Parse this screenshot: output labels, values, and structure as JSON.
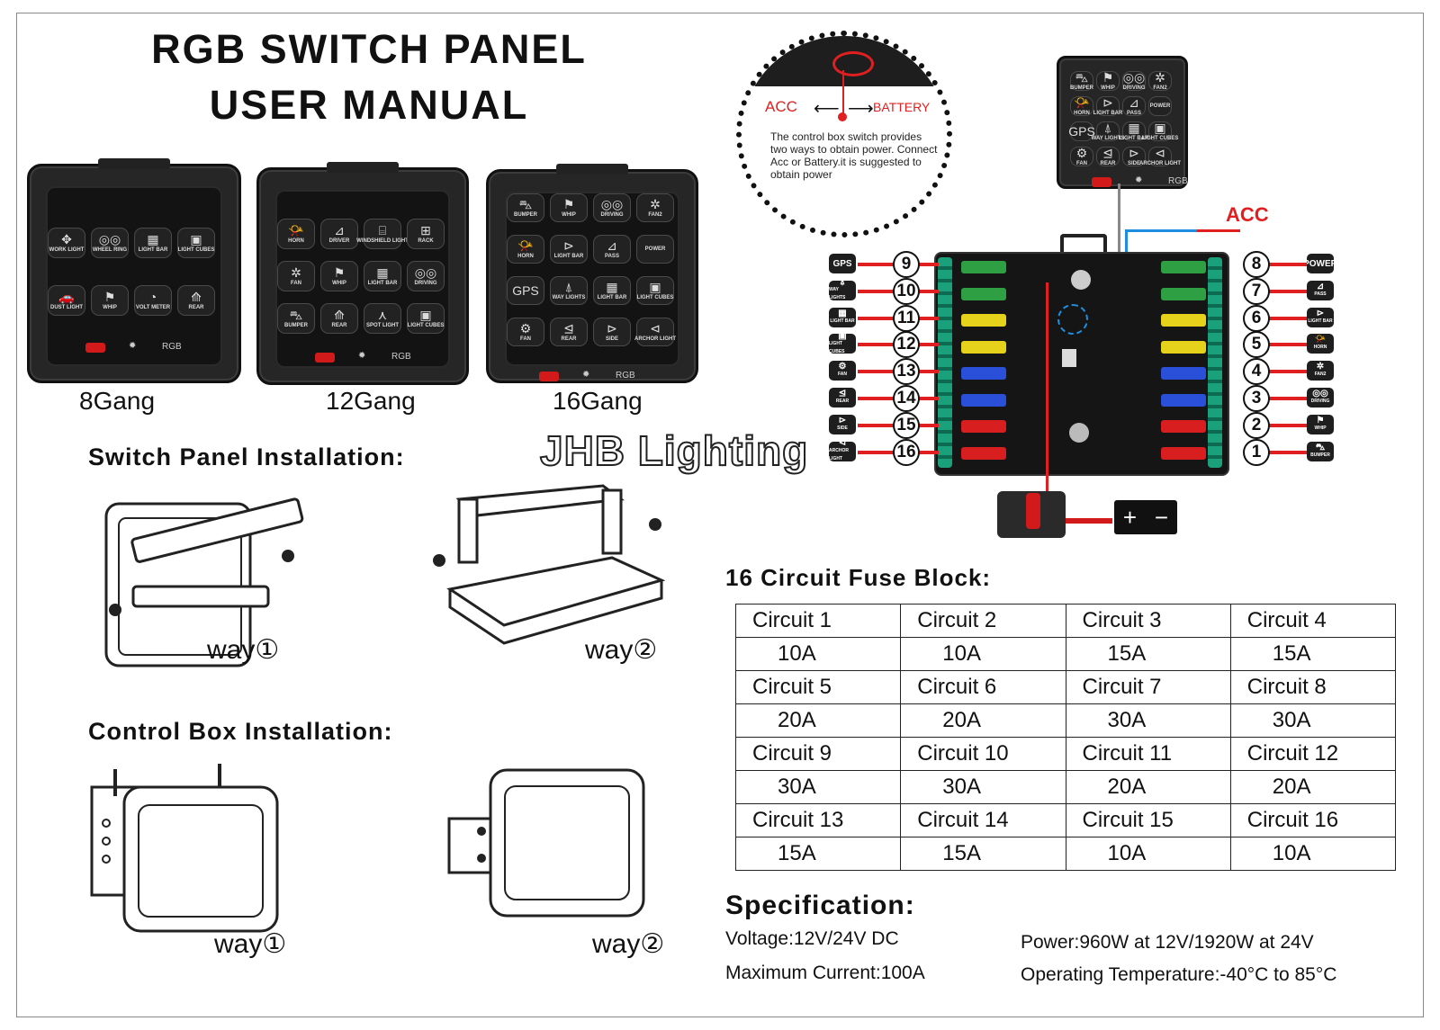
{
  "title": {
    "line1": "RGB SWITCH PANEL",
    "line2": "USER MANUAL"
  },
  "panels": [
    {
      "label": "8Gang",
      "buttons": [
        {
          "icon": "✥",
          "label": "WORK LIGHT"
        },
        {
          "icon": "◎◎",
          "label": "WHEEL RING"
        },
        {
          "icon": "▦",
          "label": "LIGHT BAR"
        },
        {
          "icon": "▣",
          "label": "LIGHT CUBES"
        },
        {
          "icon": "🚗",
          "label": "DUST LIGHT"
        },
        {
          "icon": "⚑",
          "label": "WHIP"
        },
        {
          "icon": "◔",
          "label": "VOLT METER"
        },
        {
          "icon": "⟰",
          "label": "REAR"
        }
      ],
      "rgb_label": "RGB"
    },
    {
      "label": "12Gang",
      "buttons": [
        {
          "icon": "📯",
          "label": "HORN"
        },
        {
          "icon": "⊿",
          "label": "DRIVER"
        },
        {
          "icon": "⌸",
          "label": "WINDSHIELD LIGHT"
        },
        {
          "icon": "⊞",
          "label": "RACK"
        },
        {
          "icon": "✲",
          "label": "FAN"
        },
        {
          "icon": "⚑",
          "label": "WHIP"
        },
        {
          "icon": "▦",
          "label": "LIGHT BAR"
        },
        {
          "icon": "◎◎",
          "label": "DRIVING"
        },
        {
          "icon": "⛍",
          "label": "BUMPER"
        },
        {
          "icon": "⟰",
          "label": "REAR"
        },
        {
          "icon": "⋏",
          "label": "SPOT LIGHT"
        },
        {
          "icon": "▣",
          "label": "LIGHT CUBES"
        }
      ],
      "rgb_label": "RGB"
    },
    {
      "label": "16Gang",
      "buttons": [
        {
          "icon": "⛍",
          "label": "BUMPER"
        },
        {
          "icon": "⚑",
          "label": "WHIP"
        },
        {
          "icon": "◎◎",
          "label": "DRIVING"
        },
        {
          "icon": "✲",
          "label": "FAN2"
        },
        {
          "icon": "📯",
          "label": "HORN"
        },
        {
          "icon": "⊳",
          "label": "LIGHT BAR"
        },
        {
          "icon": "⊿",
          "label": "PASS"
        },
        {
          "icon": "",
          "label": "POWER"
        },
        {
          "icon": "GPS",
          "label": ""
        },
        {
          "icon": "⍋",
          "label": "WAY LIGHTS"
        },
        {
          "icon": "▦",
          "label": "LIGHT BAR"
        },
        {
          "icon": "▣",
          "label": "LIGHT CUBES"
        },
        {
          "icon": "⚙",
          "label": "FAN"
        },
        {
          "icon": "⊴",
          "label": "REAR"
        },
        {
          "icon": "⊳",
          "label": "SIDE"
        },
        {
          "icon": "⊲",
          "label": "ARCHOR LIGHT"
        }
      ],
      "rgb_label": "RGB"
    }
  ],
  "control_box_panel": {
    "buttons": [
      {
        "icon": "⛍",
        "label": "BUMPER"
      },
      {
        "icon": "⚑",
        "label": "WHIP"
      },
      {
        "icon": "◎◎",
        "label": "DRIVING"
      },
      {
        "icon": "✲",
        "label": "FAN2"
      },
      {
        "icon": "📯",
        "label": "HORN"
      },
      {
        "icon": "⊳",
        "label": "LIGHT BAR"
      },
      {
        "icon": "⊿",
        "label": "PASS"
      },
      {
        "icon": "",
        "label": "POWER"
      },
      {
        "icon": "GPS",
        "label": ""
      },
      {
        "icon": "⍋",
        "label": "WAY LIGHTS"
      },
      {
        "icon": "▦",
        "label": "LIGHT BAR"
      },
      {
        "icon": "▣",
        "label": "LIGHT CUBES"
      },
      {
        "icon": "⚙",
        "label": "FAN"
      },
      {
        "icon": "⊴",
        "label": "REAR"
      },
      {
        "icon": "⊳",
        "label": "SIDE"
      },
      {
        "icon": "⊲",
        "label": "ARCHOR LIGHT"
      }
    ],
    "rgb_label": "RGB"
  },
  "acc_diagram": {
    "acc": "ACC",
    "battery": "BATTERY",
    "description": "The control box switch provides two ways to obtain power. Connect Acc or Battery.it is suggested to obtain power",
    "acc_wire_label": "ACC"
  },
  "fuse_block_left": [
    {
      "num": "9",
      "icon": "GPS",
      "label": ""
    },
    {
      "num": "10",
      "icon": "⍋",
      "label": "WAY LIGHTS"
    },
    {
      "num": "11",
      "icon": "▦",
      "label": "LIGHT BAR"
    },
    {
      "num": "12",
      "icon": "▣",
      "label": "LIGHT CUBES"
    },
    {
      "num": "13",
      "icon": "⚙",
      "label": "FAN"
    },
    {
      "num": "14",
      "icon": "⊴",
      "label": "REAR"
    },
    {
      "num": "15",
      "icon": "⊳",
      "label": "SIDE"
    },
    {
      "num": "16",
      "icon": "⊲",
      "label": "ARCHOR LIGHT"
    }
  ],
  "fuse_block_right": [
    {
      "num": "8",
      "icon": "POWER",
      "label": ""
    },
    {
      "num": "7",
      "icon": "⊿",
      "label": "PASS"
    },
    {
      "num": "6",
      "icon": "⊳",
      "label": "LIGHT BAR"
    },
    {
      "num": "5",
      "icon": "📯",
      "label": "HORN"
    },
    {
      "num": "4",
      "icon": "✲",
      "label": "FAN2"
    },
    {
      "num": "3",
      "icon": "◎◎",
      "label": "DRIVING"
    },
    {
      "num": "2",
      "icon": "⚑",
      "label": "WHIP"
    },
    {
      "num": "1",
      "icon": "⛍",
      "label": "BUMPER"
    }
  ],
  "fuse_colors": [
    "#2ea043",
    "#2ea043",
    "#e6d21a",
    "#e6d21a",
    "#2a4fd8",
    "#2a4fd8",
    "#d81e1e",
    "#d81e1e"
  ],
  "battery_symbols": {
    "plus": "+",
    "minus": "−"
  },
  "watermark": "JHB Lighting",
  "install": {
    "switch_heading": "Switch Panel Installation:",
    "control_heading": "Control Box Installation:",
    "way1": "way①",
    "way2": "way②"
  },
  "fuse_table": {
    "heading": "16 Circuit Fuse Block:",
    "rows": [
      [
        {
          "circuit": "Circuit  1",
          "amp": "10A"
        },
        {
          "circuit": "Circuit  2",
          "amp": "10A"
        },
        {
          "circuit": "Circuit  3",
          "amp": "15A"
        },
        {
          "circuit": "Circuit  4",
          "amp": "15A"
        }
      ],
      [
        {
          "circuit": "Circuit  5",
          "amp": "20A"
        },
        {
          "circuit": "Circuit  6",
          "amp": "20A"
        },
        {
          "circuit": "Circuit  7",
          "amp": "30A"
        },
        {
          "circuit": "Circuit  8",
          "amp": "30A"
        }
      ],
      [
        {
          "circuit": "Circuit  9",
          "amp": "30A"
        },
        {
          "circuit": "Circuit  10",
          "amp": "30A"
        },
        {
          "circuit": "Circuit  11",
          "amp": "20A"
        },
        {
          "circuit": "Circuit  12",
          "amp": "20A"
        }
      ],
      [
        {
          "circuit": "Circuit  13",
          "amp": "15A"
        },
        {
          "circuit": "Circuit  14",
          "amp": "15A"
        },
        {
          "circuit": "Circuit  15",
          "amp": "10A"
        },
        {
          "circuit": "Circuit  16",
          "amp": "10A"
        }
      ]
    ]
  },
  "specification": {
    "heading": "Specification:",
    "voltage": "Voltage:12V/24V DC",
    "current": "Maximum Current:100A",
    "power": "Power:960W at 12V/1920W at 24V",
    "temperature": "Operating Temperature:-40°C to 85°C"
  }
}
